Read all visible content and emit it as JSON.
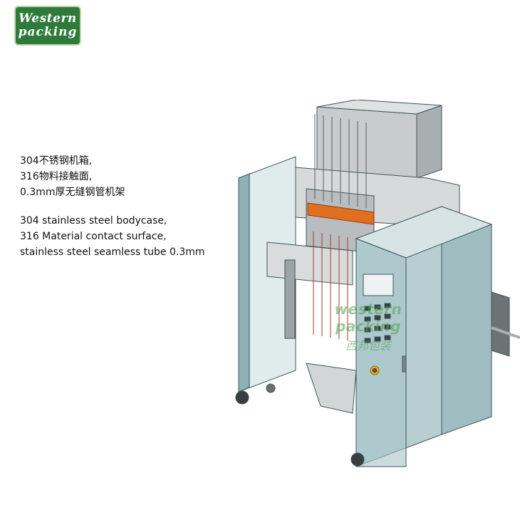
{
  "logo": {
    "line1": "Western",
    "line2": "packing"
  },
  "spec_text": {
    "cn_lines": [
      "304不锈钢机箱,",
      "316物料接触面,",
      "0.3mm厚无缝钢管机架"
    ],
    "en_lines": [
      "304 stainless steel bodycase,",
      "316 Material contact surface,",
      "stainless steel seamless tube 0.3mm"
    ]
  },
  "watermark": {
    "line1": "western packing",
    "line2": "西邦包装"
  },
  "colors": {
    "machine_panel": "#b7cfd2",
    "machine_frame": "#6f9196",
    "logo_bg": "#2f7a3a"
  }
}
